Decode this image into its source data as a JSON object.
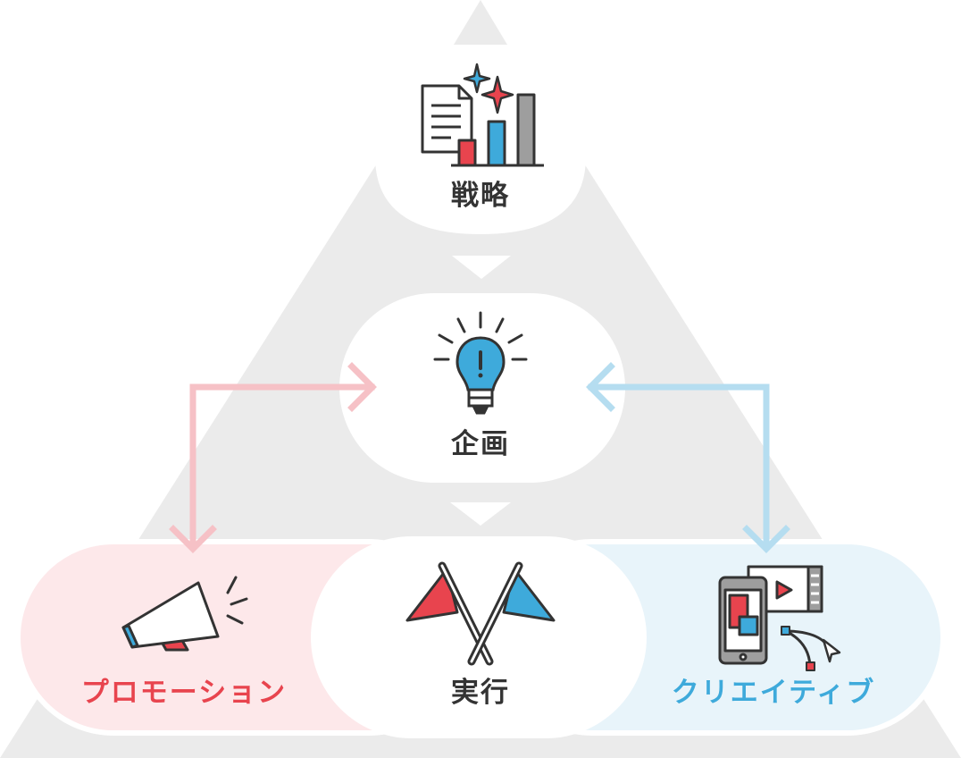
{
  "nodes": {
    "strategy": {
      "label": "戦略"
    },
    "planning": {
      "label": "企画"
    },
    "execution": {
      "label": "実行"
    },
    "promotion": {
      "label": "プロモーション"
    },
    "creative": {
      "label": "クリエイティブ"
    }
  },
  "colors": {
    "pyramid": "#ebebeb",
    "promotion_bg": "#fde8ea",
    "creative_bg": "#e8f4fa",
    "promotion_arrow": "#f6c1c6",
    "creative_arrow": "#b5ddf0",
    "red": "#e8444e",
    "blue": "#3eaadb",
    "dark": "#333333",
    "gray": "#9e9e9e"
  },
  "icons": {
    "strategy": "document-chart-sparkle-icon",
    "planning": "lightbulb-icon",
    "execution": "crossed-flags-icon",
    "promotion": "megaphone-icon",
    "creative": "smartphone-video-bezier-icon"
  }
}
